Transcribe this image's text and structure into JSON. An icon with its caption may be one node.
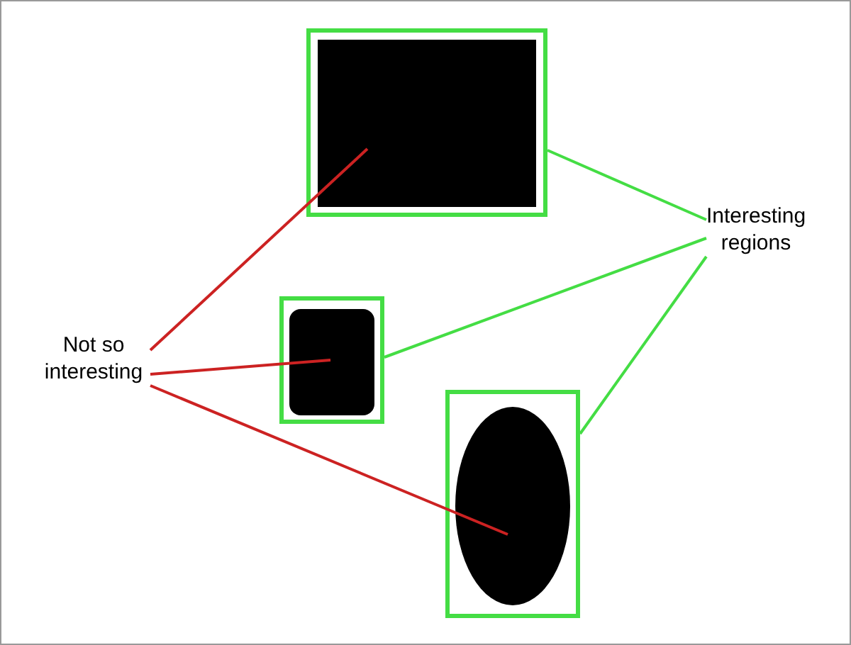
{
  "diagram": {
    "nodes": [
      {
        "text": [],
        "shape": "box"
      },
      {
        "text": [],
        "shape": "box",
        "in": 0
      },
      {
        "text": [],
        "shape": "box"
      },
      {
        "text": [],
        "shape": "box",
        "in": 2
      },
      {
        "text": [],
        "shape": "box"
      },
      {
        "text": [],
        "shape": "ellipse",
        "in": 4
      },
      {
        "text": [
          "Not so interesting"
        ]
      },
      {
        "text": [
          "Interesting regions"
        ]
      }
    ],
    "edges": [
      {
        "from": 6,
        "to": 1,
        "arrow": "none",
        "color": "#cc2222"
      },
      {
        "from": 6,
        "to": 3,
        "arrow": "none",
        "color": "#cc2222"
      },
      {
        "from": 6,
        "to": 5,
        "arrow": "none",
        "color": "#cc2222"
      },
      {
        "from": 7,
        "to": 0,
        "arrow": "none",
        "color": "#44dd44"
      },
      {
        "from": 7,
        "to": 2,
        "arrow": "none",
        "color": "#44dd44"
      },
      {
        "from": 7,
        "to": 4,
        "arrow": "none",
        "color": "#44dd44"
      }
    ]
  }
}
